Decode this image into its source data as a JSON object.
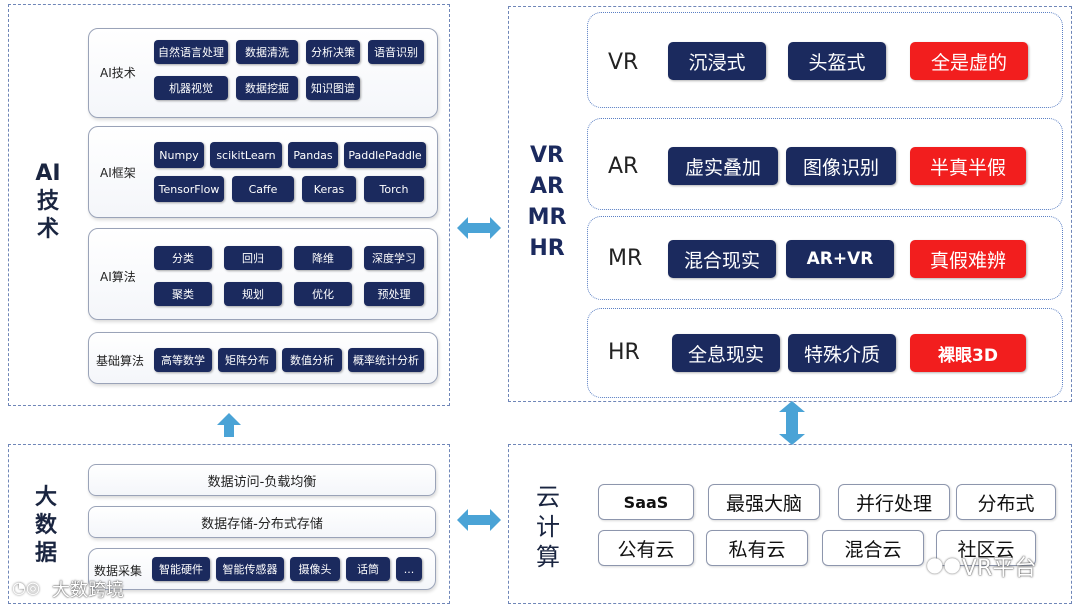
{
  "ai_panel": {
    "title": "AI\n技\n术",
    "sections": [
      {
        "label": "AI技术",
        "rows": [
          [
            "自然语言处理",
            "数据清洗",
            "分析决策",
            "语音识别"
          ],
          [
            "机器视觉",
            "数据挖掘",
            "知识图谱"
          ]
        ]
      },
      {
        "label": "AI框架",
        "rows": [
          [
            "Numpy",
            "scikitLearn",
            "Pandas",
            "PaddlePaddle"
          ],
          [
            "TensorFlow",
            "Caffe",
            "Keras",
            "Torch"
          ]
        ]
      },
      {
        "label": "AI算法",
        "rows": [
          [
            "分类",
            "回归",
            "降维",
            "深度学习"
          ],
          [
            "聚类",
            "规划",
            "优化",
            "预处理"
          ]
        ]
      },
      {
        "label": "基础算法",
        "rows": [
          [
            "高等数学",
            "矩阵分布",
            "数值分析",
            "概率统计分析"
          ]
        ]
      }
    ]
  },
  "bigdata_panel": {
    "title": "大\n数\n据",
    "bar1": "数据访问-负载均衡",
    "bar2": "数据存储-分布式存储",
    "collect_label": "数据采集",
    "collect_items": [
      "智能硬件",
      "智能传感器",
      "摄像头",
      "话筒",
      "..."
    ]
  },
  "xr_panel": {
    "title": "VR\nAR\nMR\nHR",
    "rows": [
      {
        "name": "VR",
        "items": [
          "沉浸式",
          "头盔式"
        ],
        "highlight": "全是虚的"
      },
      {
        "name": "AR",
        "items": [
          "虚实叠加",
          "图像识别"
        ],
        "highlight": "半真半假"
      },
      {
        "name": "MR",
        "items": [
          "混合现实",
          "AR+VR"
        ],
        "highlight": "真假难辨"
      },
      {
        "name": "HR",
        "items": [
          "全息现实",
          "特殊介质"
        ],
        "highlight": "裸眼3D"
      }
    ]
  },
  "cloud_panel": {
    "title": "云\n计\n算",
    "row1": [
      "SaaS",
      "最强大脑",
      "并行处理",
      "分布式"
    ],
    "row2": [
      "公有云",
      "私有云",
      "混合云",
      "社区云"
    ]
  },
  "watermarks": {
    "left": "大数跨境",
    "right": "VR平台"
  },
  "colors": {
    "navy_chip": "#1b2a5e",
    "red_chip": "#f21e1e",
    "arrow": "#4aa3d6",
    "panel_border": "#6f86b8"
  }
}
